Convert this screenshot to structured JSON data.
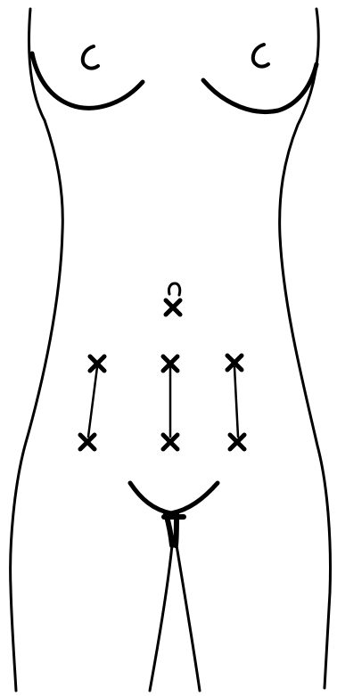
{
  "figure": {
    "subject": "torso-outline",
    "colors": {
      "ink": "#000000",
      "background": "#ffffff"
    },
    "marker_icon": "x-mark",
    "marker_count": 7
  }
}
